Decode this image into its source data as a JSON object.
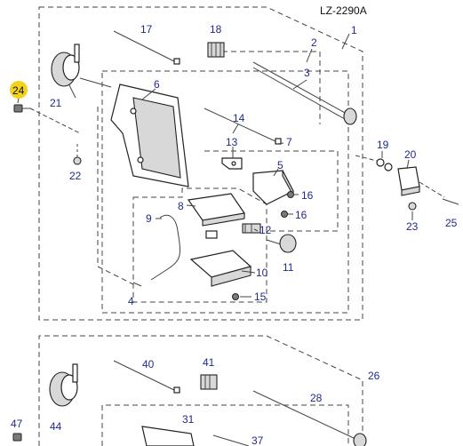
{
  "diagram": {
    "model_label": "LZ-2290A",
    "highlight_color": "#f2d21c",
    "number_color": "#1f2a8c",
    "top_assembly": {
      "callouts": {
        "c1": "1",
        "c2": "2",
        "c3": "3",
        "c4": "4",
        "c5": "5",
        "c6": "6",
        "c7": "7",
        "c8": "8",
        "c9": "9",
        "c10": "10",
        "c11": "11",
        "c12": "12",
        "c13": "13",
        "c14": "14",
        "c15": "15",
        "c16a": "16",
        "c16b": "16",
        "c17": "17",
        "c18": "18",
        "c19": "19",
        "c20": "20",
        "c21": "21",
        "c22": "22",
        "c23": "23",
        "c24": "24",
        "c25": "25"
      }
    },
    "bottom_assembly": {
      "callouts": {
        "c26": "26",
        "c28": "28",
        "c31": "31",
        "c37": "37",
        "c40": "40",
        "c41": "41",
        "c44": "44",
        "c47": "47"
      }
    }
  }
}
